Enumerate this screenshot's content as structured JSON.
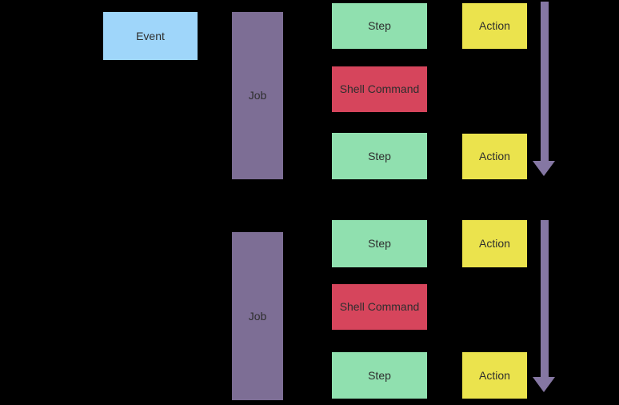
{
  "diagram": {
    "background_color": "#000000",
    "label_text_color": "#2e2e2e",
    "colors": {
      "event": "#9fd6fa",
      "job": "#7d6e95",
      "step": "#90e0af",
      "shell_command": "#d6455c",
      "action": "#ebe34d",
      "arrow": "#8577a3"
    }
  },
  "event": {
    "label": "Event"
  },
  "groups": [
    {
      "job": {
        "label": "Job"
      },
      "items": [
        {
          "kind": "step",
          "label": "Step"
        },
        {
          "kind": "shell-command",
          "label": "Shell Command"
        },
        {
          "kind": "step",
          "label": "Step"
        }
      ],
      "actions": [
        {
          "label": "Action"
        },
        {
          "label": "Action"
        }
      ]
    },
    {
      "job": {
        "label": "Job"
      },
      "items": [
        {
          "kind": "step",
          "label": "Step"
        },
        {
          "kind": "shell-command",
          "label": "Shell Command"
        },
        {
          "kind": "step",
          "label": "Step"
        }
      ],
      "actions": [
        {
          "label": "Action"
        },
        {
          "label": "Action"
        }
      ]
    }
  ]
}
